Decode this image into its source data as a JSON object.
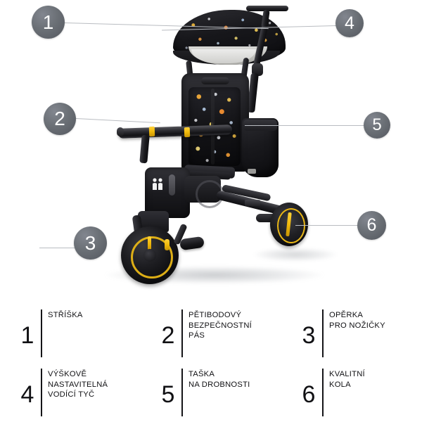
{
  "image": {
    "subject": "folding baby tricycle stroller, side view, black frame with yellow wheel accents and space-print canopy and seat",
    "background_color": "#ffffff"
  },
  "callouts": [
    {
      "id": "1",
      "label": "1",
      "target": "canopy"
    },
    {
      "id": "2",
      "label": "2",
      "target": "five-point-harness"
    },
    {
      "id": "3",
      "label": "3",
      "target": "footrest"
    },
    {
      "id": "4",
      "label": "4",
      "target": "push-handle"
    },
    {
      "id": "5",
      "label": "5",
      "target": "storage-bag"
    },
    {
      "id": "6",
      "label": "6",
      "target": "wheels"
    }
  ],
  "callout_style": {
    "bubble_fill": "#6b7076",
    "bubble_text": "#ffffff",
    "leader_line": "#b9bcc1"
  },
  "legend": {
    "items": [
      {
        "number": "1",
        "lines": [
          "STŘÍŠKA"
        ]
      },
      {
        "number": "2",
        "lines": [
          "PĚTIBODOVÝ",
          "BEZPEČNOSTNÍ",
          "PÁS"
        ]
      },
      {
        "number": "3",
        "lines": [
          "OPĚRKA",
          "PRO NOŽIČKY"
        ]
      },
      {
        "number": "4",
        "lines": [
          "VÝŠKOVĚ",
          "NASTAVITELNÁ",
          "VODÍCÍ TYČ"
        ]
      },
      {
        "number": "5",
        "lines": [
          "TAŠKA",
          "NA DROBNOSTI"
        ]
      },
      {
        "number": "6",
        "lines": [
          "KVALITNÍ",
          "KOLA"
        ]
      }
    ],
    "text_color": "#111114",
    "rule_color": "#141417"
  },
  "product_colors": {
    "frame": "#17171b",
    "accent_yellow": "#e8b616",
    "canopy_liner": "#d9d9d6"
  }
}
